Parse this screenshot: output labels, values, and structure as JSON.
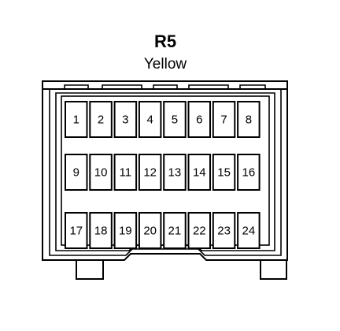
{
  "connector": {
    "id": "R5",
    "color_label": "Yellow",
    "colors": {
      "line": "#000000",
      "background": "#ffffff"
    },
    "rows": [
      [
        "1",
        "2",
        "3",
        "4",
        "5",
        "6",
        "7",
        "8"
      ],
      [
        "9",
        "10",
        "11",
        "12",
        "13",
        "14",
        "15",
        "16"
      ],
      [
        "17",
        "18",
        "19",
        "20",
        "21",
        "22",
        "23",
        "24"
      ]
    ]
  }
}
